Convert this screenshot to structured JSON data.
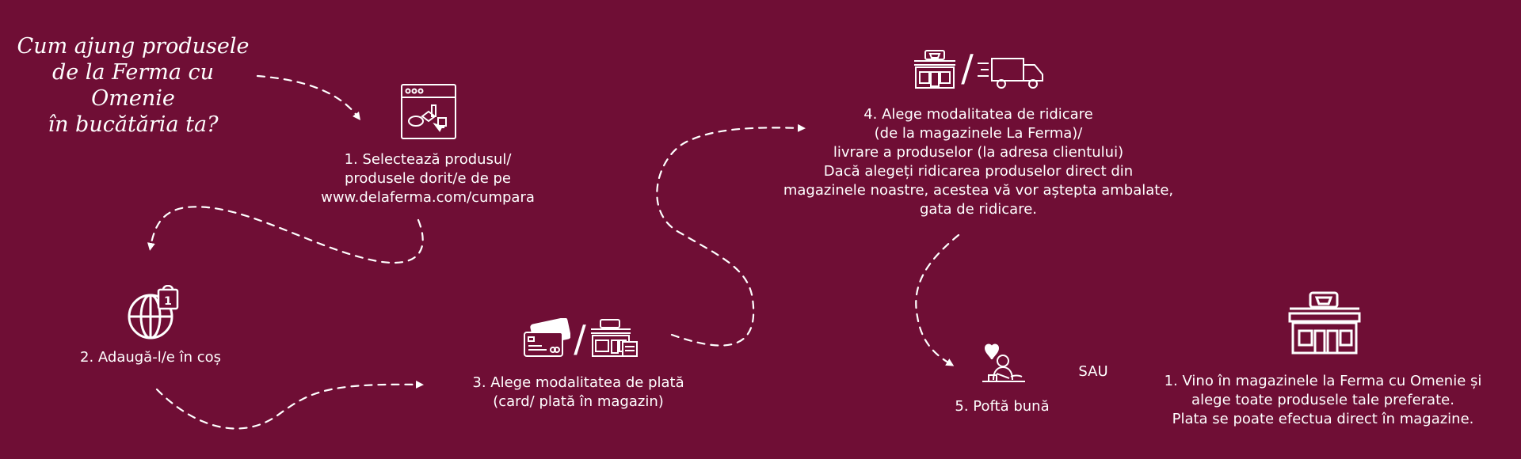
{
  "title": {
    "lines": [
      "Cum ajung produsele",
      "de la Ferma cu Omenie",
      "în bucătăria ta?"
    ]
  },
  "steps": {
    "step1": {
      "lines": [
        "1. Selectează produsul/",
        "produsele dorit/e de pe",
        "www.delaferma.com/cumpara"
      ]
    },
    "step2": {
      "lines": [
        "2. Adaugă-l/e în coș"
      ]
    },
    "step3": {
      "lines": [
        "3. Alege modalitatea de plată",
        "(card/ plată în magazin)"
      ]
    },
    "step4": {
      "lines": [
        "4. Alege modalitatea de ridicare",
        "(de la magazinele La Ferma)/",
        "livrare a produselor (la adresa clientului)",
        "Dacă alegeți ridicarea produselor direct din",
        "magazinele noastre, acestea vă vor aștepta ambalate,",
        "gata de ridicare."
      ]
    },
    "step5": {
      "lines": [
        "5. Poftă bună"
      ]
    }
  },
  "separator": {
    "or_label": "SAU",
    "slash": "/"
  },
  "alternative": {
    "lines": [
      "1. Vino în magazinele la Ferma cu Omenie și",
      "alege toate produsele tale preferate.",
      "Plata se poate efectua direct în magazine."
    ]
  },
  "icons": {
    "step1": "browser-shop-icon",
    "step2": "globe-cart-icon",
    "step3_card": "credit-card-icon",
    "step3_store": "store-icon",
    "step4_store": "store-icon",
    "step4_truck": "delivery-truck-icon",
    "step5": "chef-cooking-icon",
    "alternative": "store-icon"
  },
  "colors": {
    "background": "#6f0e35",
    "foreground": "#ffffff"
  }
}
